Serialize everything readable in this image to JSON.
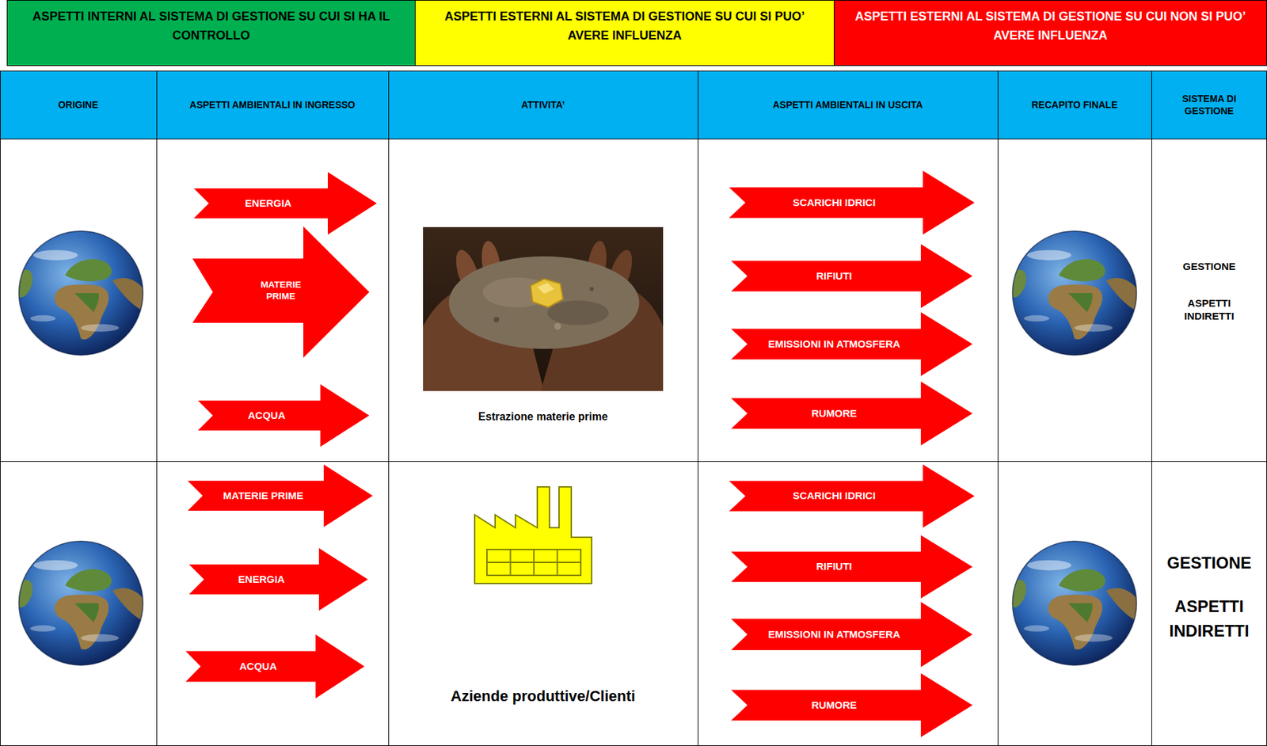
{
  "diagram": {
    "nodes": [
      {
        "text": [
          "ENERGIA"
        ]
      },
      {
        "text": [
          "MATERIE PRIME"
        ]
      },
      {
        "text": [
          "ACQUA"
        ]
      },
      {
        "text": [
          "SCARICHI IDRICI"
        ]
      },
      {
        "text": [
          "RIFIUTI"
        ]
      },
      {
        "text": [
          "EMISSIONI IN ATMOSFERA"
        ]
      },
      {
        "text": [
          "RUMORE"
        ]
      },
      {
        "text": [
          "MATERIE PRIME"
        ]
      },
      {
        "text": [
          "ENERGIA"
        ]
      },
      {
        "text": [
          "ACQUA"
        ]
      },
      {
        "text": [
          "SCARICHI IDRICI"
        ]
      },
      {
        "text": [
          "RIFIUTI"
        ]
      },
      {
        "text": [
          "EMISSIONI IN ATMOSFERA"
        ]
      },
      {
        "text": [
          "RUMORE"
        ]
      }
    ],
    "labels": [
      "ORIGINE",
      "ASPETTI AMBIENTALI IN INGRESSO",
      "ATTIVITA’",
      "ASPETTI AMBIENTALI IN USCITA",
      "RECAPITO FINALE",
      "SISTEMA DI GESTIONE",
      "Estrazione materie prime",
      "GESTIONE",
      "ASPETTI INDIRETTI",
      "Aziende produttive/Clienti",
      "GESTIONE",
      "ASPETTI INDIRETTI"
    ],
    "legend": [
      {
        "text": "ASPETTI INTERNI AL SISTEMA DI GESTIONE SU CUI SI HA IL CONTROLLO",
        "color": "#00b050"
      },
      {
        "text": "ASPETTI ESTERNI AL SISTEMA DI GESTIONE SU CUI SI PUO’ AVERE INFLUENZA",
        "color": "#ffff00"
      },
      {
        "text": "ASPETTI ESTERNI AL SISTEMA DI GESTIONE SU CUI NON SI PUO’ AVERE INFLUENZA",
        "color": "#ff0000"
      }
    ]
  }
}
